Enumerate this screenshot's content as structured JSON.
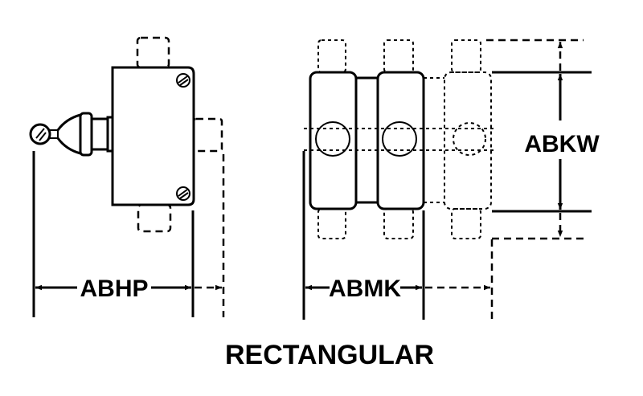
{
  "dimensions": {
    "width_label": "ABHP",
    "length_label": "ABMK",
    "height_label": "ABKW"
  },
  "caption": "RECTANGULAR"
}
